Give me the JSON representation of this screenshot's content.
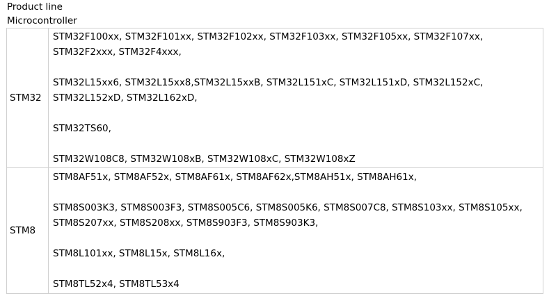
{
  "header": {
    "title": "Product line",
    "subtitle": "Microcontroller"
  },
  "rows": [
    {
      "family": "STM32",
      "groups": [
        [
          "STM32F100xx, STM32F101xx, STM32F102xx, STM32F103xx, STM32F105xx, STM32F107xx,",
          "STM32F2xxx, STM32F4xxx,"
        ],
        [
          "STM32L15xx6, STM32L15xx8,STM32L15xxB, STM32L151xC, STM32L151xD, STM32L152xC,",
          "STM32L152xD, STM32L162xD,"
        ],
        [
          "STM32TS60,"
        ],
        [
          "STM32W108C8, STM32W108xB, STM32W108xC, STM32W108xZ"
        ]
      ]
    },
    {
      "family": "STM8",
      "groups": [
        [
          "STM8AF51x, STM8AF52x, STM8AF61x, STM8AF62x,STM8AH51x, STM8AH61x,"
        ],
        [
          "STM8S003K3, STM8S003F3, STM8S005C6, STM8S005K6, STM8S007C8, STM8S103xx, STM8S105xx,",
          "STM8S207xx, STM8S208xx, STM8S903F3, STM8S903K3,"
        ],
        [
          "STM8L101xx, STM8L15x, STM8L16x,"
        ],
        [
          "STM8TL52x4, STM8TL53x4"
        ]
      ]
    }
  ]
}
